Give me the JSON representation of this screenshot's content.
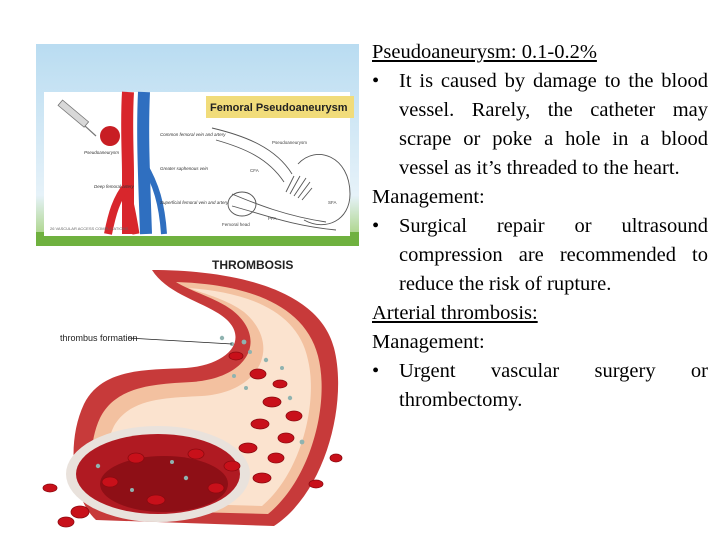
{
  "images": {
    "pseudoaneurysm": {
      "title": "Femoral Pseudoaneurysm",
      "left_labels": [
        "Pseudoaneurysm",
        "Common femoral vein and artery",
        "Greater saphenous vein",
        "Deep femoral artery",
        "Superficial femoral vein and artery"
      ],
      "right_labels": [
        "Pseudoaneurysm",
        "CFA",
        "Femoral head",
        "PFA",
        "SFA"
      ],
      "footer": "26    VASCULAR ACCESS COMPLICATIONS"
    },
    "thrombosis": {
      "title": "THROMBOSIS",
      "label": "thrombus formation"
    }
  },
  "content": {
    "section1": {
      "heading": "Pseudoaneurysm: 0.1-0.2%",
      "bullet_symbol": "•",
      "bullets": [
        "It is caused by damage to the blood vessel. Rarely, the catheter may scrape or poke a hole in a blood vessel as it’s threaded to the heart."
      ]
    },
    "section2": {
      "heading": "Management:",
      "bullets": [
        "Surgical repair or ultrasound compression are recommended to reduce the risk of rupture."
      ]
    },
    "section3": {
      "heading": "Arterial thrombosis:"
    },
    "section4": {
      "heading": "Management:",
      "bullets": [
        "Urgent vascular surgery or thrombectomy."
      ]
    }
  },
  "colors": {
    "artery": "#d8262c",
    "vein": "#2f6fc0",
    "title_strip": "#f1dc7a",
    "background_sky": "#cfe6f4",
    "grass": "#5da83a",
    "vessel_wall": "#c73a3a",
    "plasma": "#f5c8a8",
    "rbc": "#c8101a"
  }
}
